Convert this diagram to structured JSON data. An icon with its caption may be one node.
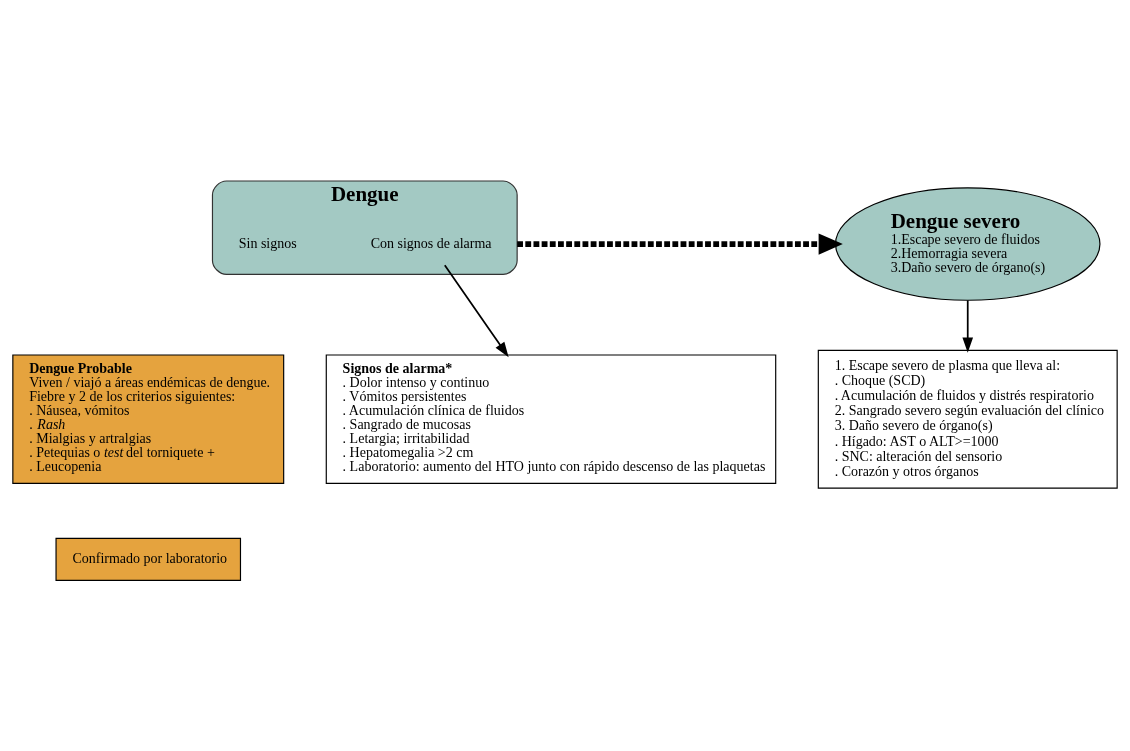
{
  "diagram": {
    "nodes": [
      {
        "text": [
          "Dengue"
        ]
      },
      {
        "text": [
          "Sin signos"
        ],
        "in": 0
      },
      {
        "text": [
          "Con signos de alarma"
        ],
        "in": 0
      },
      {
        "text": [
          "Dengue severo",
          "1.Escape severo de fluidos",
          "2.Hemorragia severa",
          "3.Daño severo de órgano(s)"
        ]
      },
      {
        "text": [
          "Dengue Probable",
          "Viven / viajó a áreas endémicas de dengue.",
          "Fiebre y 2 de los criterios siguientes:",
          ". Náusea, vómitos",
          ". *Rash*",
          ". Mialgias y artralgias",
          ". Petequias o *test* del torniquete +",
          ". Leucopenia"
        ]
      },
      {
        "text": [
          "Confirmado por laboratorio"
        ]
      },
      {
        "text": [
          "Signos de alarma*",
          ". Dolor intenso y continuo",
          ". Vómitos persistentes",
          ". Acumulación clínica de fluidos",
          ". Sangrado de mucosas",
          ". Letargia; irritabilidad",
          ". Hepatomegalia >2 cm",
          ". Laboratorio: aumento del HTO junto con rápido descenso de las plaquetas"
        ]
      },
      {
        "text": [
          "1. Escape severo de plasma que lleva al:",
          ". Choque (SCD)",
          ". Acumulación de fluidos y distrés respiratorio",
          "2. Sangrado severo según evaluación del clínico",
          "3. Daño severo de órgano(s)",
          ". Hígado: AST o ALT>=1000",
          ". SNC: alteración del sensorio",
          ". Corazón y otros órganos"
        ]
      }
    ],
    "edges": [
      {
        "from": 0,
        "to": 3,
        "arrow": "to",
        "style": "dashed"
      },
      {
        "from": 2,
        "to": 6,
        "arrow": "to"
      },
      {
        "from": 3,
        "to": 7,
        "arrow": "to"
      }
    ]
  }
}
